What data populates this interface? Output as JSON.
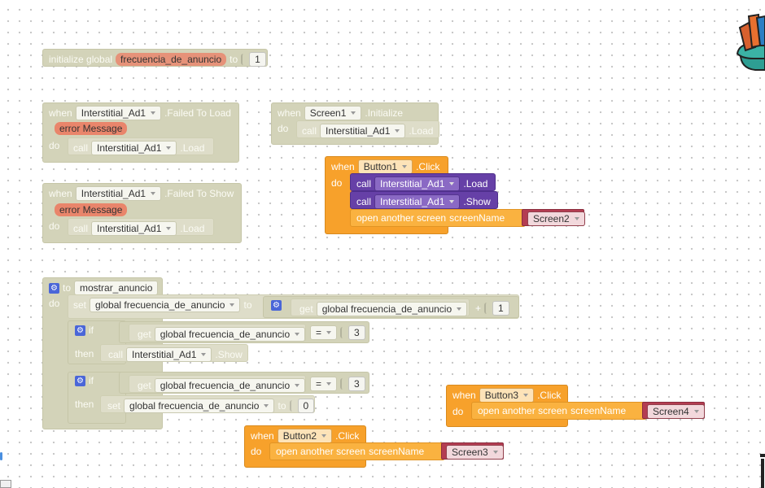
{
  "init_global": {
    "prefix": "initialize global",
    "var_name": "frecuencia_de_anuncio",
    "to": "to",
    "value": "1"
  },
  "failed_load": {
    "when": "when",
    "component": "Interstitial_Ad1",
    "event": ".Failed To Load",
    "param": "error Message",
    "do": "do",
    "call": "call",
    "call_component": "Interstitial_Ad1",
    "method": ".Load"
  },
  "failed_show": {
    "when": "when",
    "component": "Interstitial_Ad1",
    "event": ".Failed To Show",
    "param": "error Message",
    "do": "do",
    "call": "call",
    "call_component": "Interstitial_Ad1",
    "method": ".Load"
  },
  "screen_init": {
    "when": "when",
    "component": "Screen1",
    "event": ".Initialize",
    "do": "do",
    "call": "call",
    "call_component": "Interstitial_Ad1",
    "method": ".Load"
  },
  "button1_click": {
    "when": "when",
    "component": "Button1",
    "event": ".Click",
    "do": "do",
    "call1": "call",
    "call1_component": "Interstitial_Ad1",
    "call1_method": ".Load",
    "call2": "call",
    "call2_component": "Interstitial_Ad1",
    "call2_method": ".Show",
    "open_screen": "open another screen",
    "screen_name_label": "screenName",
    "screen": "Screen2"
  },
  "procedure": {
    "to": "to",
    "name": "mostrar_anuncio",
    "do": "do",
    "set": "set",
    "set_var": "global frecuencia_de_anuncio",
    "set_to": "to",
    "get": "get",
    "get_var": "global frecuencia_de_anuncio",
    "plus": "+",
    "plus_value": "1",
    "if1": "if",
    "if1_get": "get",
    "if1_var": "global frecuencia_de_anuncio",
    "if1_op": "=",
    "if1_value": "3",
    "then1": "then",
    "then1_call": "call",
    "then1_component": "Interstitial_Ad1",
    "then1_method": ".Show",
    "if2": "if",
    "if2_get": "get",
    "if2_var": "global frecuencia_de_anuncio",
    "if2_op": "=",
    "if2_value": "3",
    "then2": "then",
    "then2_set": "set",
    "then2_var": "global frecuencia_de_anuncio",
    "then2_to": "to",
    "then2_value": "0"
  },
  "button3_click": {
    "when": "when",
    "component": "Button3",
    "event": ".Click",
    "do": "do",
    "open_screen": "open another screen",
    "screen_name_label": "screenName",
    "screen": "Screen4"
  },
  "button2_click": {
    "when": "when",
    "component": "Button2",
    "event": ".Click",
    "do": "do",
    "open_screen": "open another screen",
    "screen_name_label": "screenName",
    "screen": "Screen3"
  },
  "colors": {
    "event_orange": "#f7a12b",
    "component_purple": "#6640a7",
    "text_red": "#b43d52",
    "disabled_olive": "#d3d3b9",
    "procedure_blue": "#4a66d8"
  },
  "icons": {
    "backpack": "backpack-icon",
    "gear": "gear-icon",
    "trash": "trash-icon"
  }
}
